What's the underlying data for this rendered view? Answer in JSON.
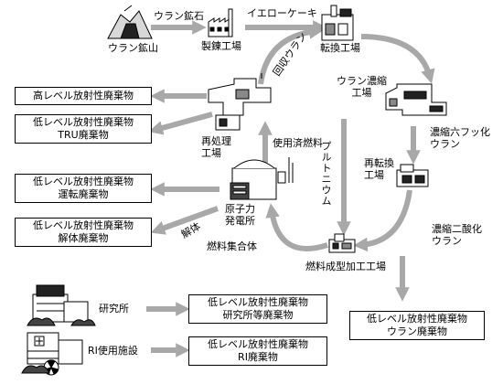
{
  "colors": {
    "arrow": "#a8a8a8",
    "line": "#000000",
    "background": "#ffffff"
  },
  "facilities": {
    "uranium_mine": "ウラン鉱山",
    "refinery": "製錬工場",
    "conversion": "転換工場",
    "enrichment": "ウラン濃縮\n工場",
    "reconversion": "再転換\n工場",
    "fabrication": "燃料成型加工工場",
    "power_plant": "原子力\n発電所",
    "reprocessing": "再処理\n工場",
    "research": "研究所",
    "ri_facility": "RI使用施設"
  },
  "flows": {
    "uranium_ore": "ウラン鉱石",
    "yellowcake": "イエローケーキ",
    "recovered_uranium": "回収ウラン",
    "enriched_uf6": "濃縮六フッ化\nウラン",
    "enriched_uo2": "濃縮二酸化\nウラン",
    "plutonium": "プルトニウム",
    "spent_fuel": "使用済燃料",
    "fuel_assembly": "燃料集合体",
    "decommissioning": "解体"
  },
  "waste_boxes": {
    "hlw": [
      "高レベル放射性廃棄物"
    ],
    "tru": [
      "低レベル放射性廃棄物",
      "TRU廃棄物"
    ],
    "operational": [
      "低レベル放射性廃棄物",
      "運転廃棄物"
    ],
    "decommissioning": [
      "低レベル放射性廃棄物",
      "解体廃棄物"
    ],
    "research": [
      "低レベル放射性廃棄物",
      "研究所等廃棄物"
    ],
    "ri": [
      "低レベル放射性廃棄物",
      "RI廃棄物"
    ],
    "uranium": [
      "低レベル放射性廃棄物",
      "ウラン廃棄物"
    ]
  }
}
